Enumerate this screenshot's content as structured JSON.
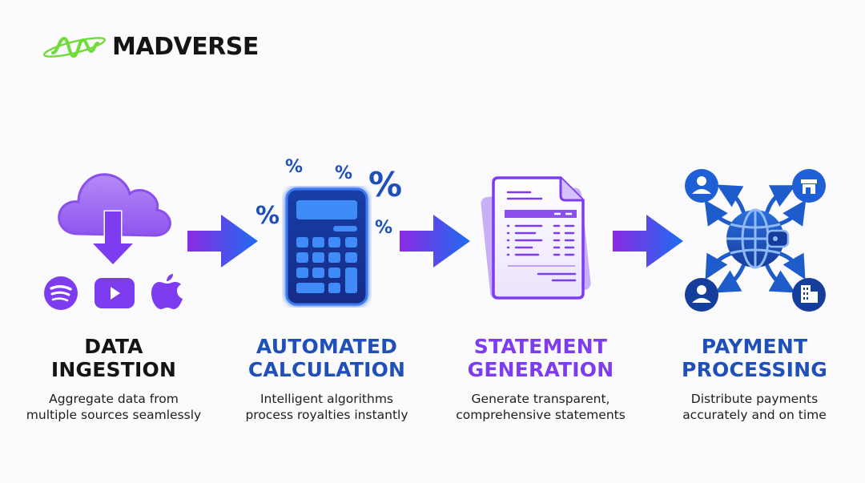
{
  "brand": {
    "name": "MADVERSE",
    "logo_icon": "sound-wave-orbit-icon",
    "logo_color": "#6fdc3a"
  },
  "colors": {
    "purple": "#7d3cf0",
    "blue": "#1f4fb8",
    "arrow_start": "#8a2be2",
    "arrow_end": "#1e6cf0",
    "text_dark": "#141414"
  },
  "steps": [
    {
      "title_line1": "DATA",
      "title_line2": "INGESTION",
      "title_color": "#141414",
      "description_line1": "Aggregate data from",
      "description_line2": "multiple sources seamlessly",
      "icon": "cloud-download-icon",
      "sub_icons": [
        "spotify-icon",
        "youtube-icon",
        "apple-icon"
      ]
    },
    {
      "title_line1": "AUTOMATED",
      "title_line2": "CALCULATION",
      "title_color": "#1f4fb8",
      "description_line1": "Intelligent algorithms",
      "description_line2": "process royalties instantly",
      "icon": "calculator-icon",
      "decorations": [
        "%",
        "%",
        "%",
        "%",
        "%"
      ]
    },
    {
      "title_line1": "STATEMENT",
      "title_line2": "GENERATION",
      "title_color": "#7d3cf0",
      "description_line1": "Generate transparent,",
      "description_line2": "comprehensive statements",
      "icon": "document-statement-icon"
    },
    {
      "title_line1": "PAYMENT",
      "title_line2": "PROCESSING",
      "title_color": "#1f4fb8",
      "description_line1": "Distribute payments",
      "description_line2": "accurately and on time",
      "icon": "globe-wallet-icon",
      "sub_icons": [
        "user-icon",
        "store-icon",
        "user-icon",
        "building-icon"
      ]
    }
  ],
  "arrows": [
    "arrow-right-icon",
    "arrow-right-icon",
    "arrow-right-icon"
  ]
}
